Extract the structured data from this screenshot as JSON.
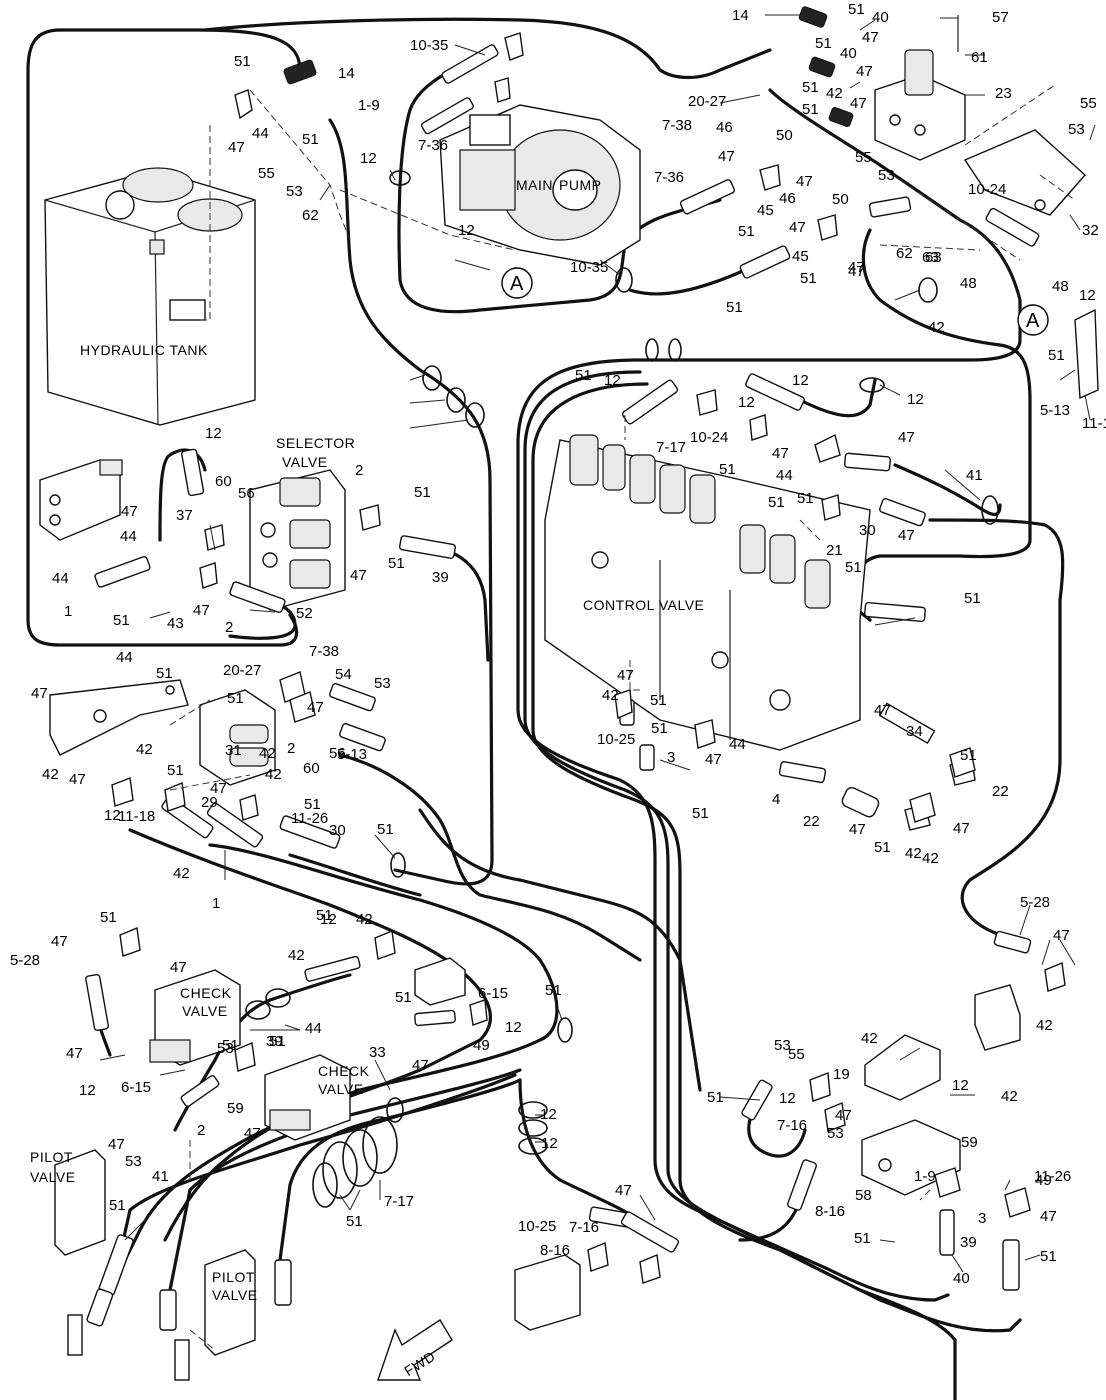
{
  "component_titles": {
    "hydraulic_tank": "HYDRAULIC TANK",
    "main_pump_1": "MAIN",
    "main_pump_2": "PUMP",
    "selector_valve_1": "SELECTOR",
    "selector_valve_2": "VALVE",
    "control_valve": "CONTROL VALVE",
    "check_valve_a_1": "CHECK",
    "check_valve_a_2": "VALVE",
    "check_valve_b_1": "CHECK",
    "check_valve_b_2": "VALVE",
    "pilot_valve_a_1": "PILOT",
    "pilot_valve_a_2": "VALVE",
    "pilot_valve_b_1": "PILOT",
    "pilot_valve_b_2": "VALVE"
  },
  "callouts": {
    "a1": "A",
    "a2": "A"
  },
  "fwd_label": "FWD",
  "part_numbers": [
    "14",
    "51",
    "40",
    "47",
    "57",
    "51",
    "40",
    "47",
    "61",
    "10-35",
    "51",
    "14",
    "51",
    "1-9",
    "47",
    "44",
    "51",
    "20-27",
    "7-38",
    "51",
    "42",
    "47",
    "23",
    "55",
    "53",
    "12",
    "7-36",
    "55",
    "53",
    "62",
    "46",
    "50",
    "47",
    "46",
    "50",
    "47",
    "7-36",
    "45",
    "51",
    "47",
    "45",
    "53",
    "55",
    "10-24",
    "32",
    "51",
    "47",
    "63",
    "48",
    "12",
    "10-35",
    "51",
    "47",
    "62",
    "63",
    "48",
    "12",
    "42",
    "51",
    "12",
    "12",
    "12",
    "12",
    "10-24",
    "7-17",
    "51",
    "47",
    "44",
    "47",
    "41",
    "51",
    "5-13",
    "11-18",
    "12",
    "60",
    "56",
    "37",
    "2",
    "51",
    "47",
    "44",
    "44",
    "51",
    "47",
    "39",
    "51",
    "51",
    "30",
    "47",
    "21",
    "51",
    "1",
    "51",
    "43",
    "47",
    "2",
    "52",
    "51",
    "44",
    "51",
    "20-27",
    "7-38",
    "54",
    "53",
    "47",
    "42",
    "51",
    "2",
    "31",
    "47",
    "42",
    "47",
    "42",
    "51",
    "60",
    "56",
    "47",
    "42",
    "29",
    "5-13",
    "47",
    "42",
    "51",
    "51",
    "47",
    "44",
    "34",
    "47",
    "51",
    "10-25",
    "3",
    "51",
    "4",
    "22",
    "47",
    "22",
    "47",
    "42",
    "51",
    "42",
    "51",
    "30",
    "12",
    "11-18",
    "11-26",
    "51",
    "42",
    "1",
    "51",
    "42",
    "5-28",
    "47",
    "51",
    "5-28",
    "47",
    "47",
    "42",
    "51",
    "12",
    "6-15",
    "12",
    "51",
    "47",
    "44",
    "49",
    "53",
    "59",
    "51",
    "42",
    "47",
    "12",
    "6-15",
    "51",
    "39",
    "33",
    "2",
    "47",
    "53",
    "55",
    "42",
    "51",
    "19",
    "47",
    "42",
    "12",
    "12",
    "59",
    "53",
    "49",
    "11-26",
    "12",
    "12",
    "47",
    "53",
    "41",
    "51",
    "7-17",
    "51",
    "1-9",
    "58",
    "3",
    "7-16",
    "8-16",
    "39",
    "47",
    "51",
    "51",
    "40",
    "47",
    "10-25",
    "7-16",
    "8-16"
  ]
}
